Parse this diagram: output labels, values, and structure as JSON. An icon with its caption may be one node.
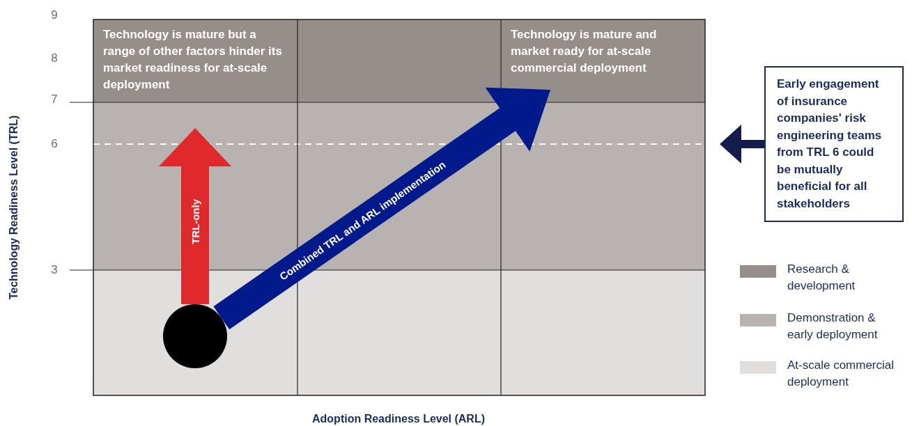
{
  "diagram": {
    "nodes": [
      {
        "text": [
          "Technology is mature but a range of other factors hinder its market readiness for at-scale deployment"
        ]
      },
      {
        "text": [
          "Technology is mature and market ready for at-scale commercial deployment"
        ]
      },
      {
        "text": [],
        "shape": "circle"
      },
      {
        "text": [
          "Early engagement of insurance companies' risk engineering teams from TRL 6 could be mutually beneficial for all stakeholders"
        ]
      }
    ],
    "edges": [
      {
        "from": 2,
        "to": 0,
        "arrow": "to",
        "label": "TRL-only",
        "color": "#e0292a"
      },
      {
        "from": 2,
        "to": 1,
        "arrow": "to",
        "label": "Combined TRL and ARL implementation",
        "color": "#001a8c"
      },
      {
        "from": 3,
        "to": null,
        "arrow": "to",
        "color": "#131c4a"
      }
    ],
    "labels": [
      "9",
      "8",
      "7",
      "6",
      "3",
      "Technology Readiness Level (TRL)",
      "Adoption Readiness Level (ARL)"
    ],
    "legend": [
      {
        "text": "Research & development",
        "color": "#968e8b"
      },
      {
        "text": "Demonstration & early deployment",
        "color": "#b8b3b1"
      },
      {
        "text": "At-scale commercial deployment",
        "color": "#e0dfde"
      }
    ]
  }
}
